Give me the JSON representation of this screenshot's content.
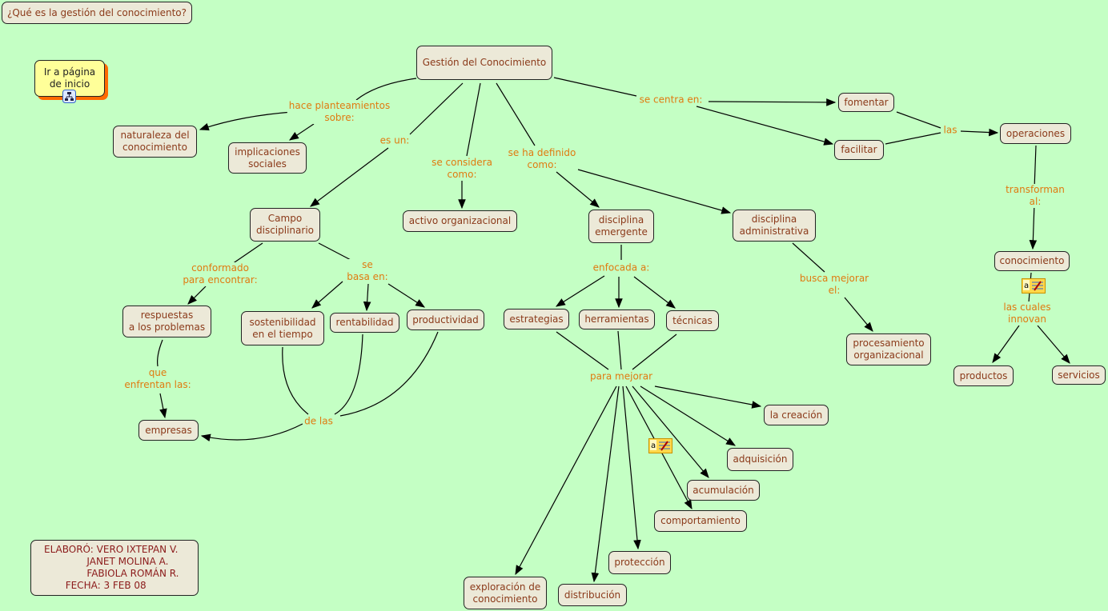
{
  "title": "¿Qué es la gestión del conocimiento?",
  "home_link": "Ir a página\nde inicio",
  "colors": {
    "background": "#c4ffc4",
    "node": "#ece9d8",
    "node_text": "#8b3a1a",
    "link_text": "#e07a10",
    "home_node": "#ffff99"
  },
  "concepts": {
    "gestion": "Gestión del Conocimiento",
    "naturaleza": "naturaleza del\nconocimiento",
    "implicaciones": "implicaciones\nsociales",
    "campo": "Campo\ndisciplinario",
    "activo": "activo organizacional",
    "emergente": "disciplina\nemergente",
    "administrativa": "disciplina\nadministrativa",
    "fomentar": "fomentar",
    "facilitar": "facilitar",
    "operaciones": "operaciones",
    "conocimiento": "conocimiento",
    "productos": "productos",
    "servicios": "servicios",
    "respuestas": "respuestas\na los problemas",
    "sostenibilidad": "sostenibilidad\nen el tiempo",
    "rentabilidad": "rentabilidad",
    "productividad": "productividad",
    "estrategias": "estrategias",
    "herramientas": "herramientas",
    "tecnicas": "técnicas",
    "procesamiento": "procesamiento\norganizacional",
    "empresas": "empresas",
    "creacion": "la creación",
    "adquisicion": "adquisición",
    "acumulacion": "acumulación",
    "comportamiento": "comportamiento",
    "proteccion": "protección",
    "exploracion": "exploración de\nconocimiento",
    "distribucion": "distribución"
  },
  "linking_phrases": {
    "hace": "hace planteamientos\nsobre:",
    "esun": "es un:",
    "considera": "se considera\ncomo:",
    "definido": "se ha definido\ncomo:",
    "centra": "se centra en:",
    "las": "las",
    "transforman": "transforman al:",
    "cuales": "las cuales\ninnovan",
    "conformado": "conformado\npara encontrar:",
    "basa": "se\nbasa en:",
    "enfocada": "enfocada a:",
    "busca": "busca mejorar\nel:",
    "enfrentan": "que\nenfrentan las:",
    "delas": "de las",
    "mejorar": "para mejorar"
  },
  "credits": "ELABORÓ: VERO IXTEPAN V.\n              JANET MOLINA A.\n              FABIOLA ROMÁN R.\n       FECHA: 3 FEB 08"
}
